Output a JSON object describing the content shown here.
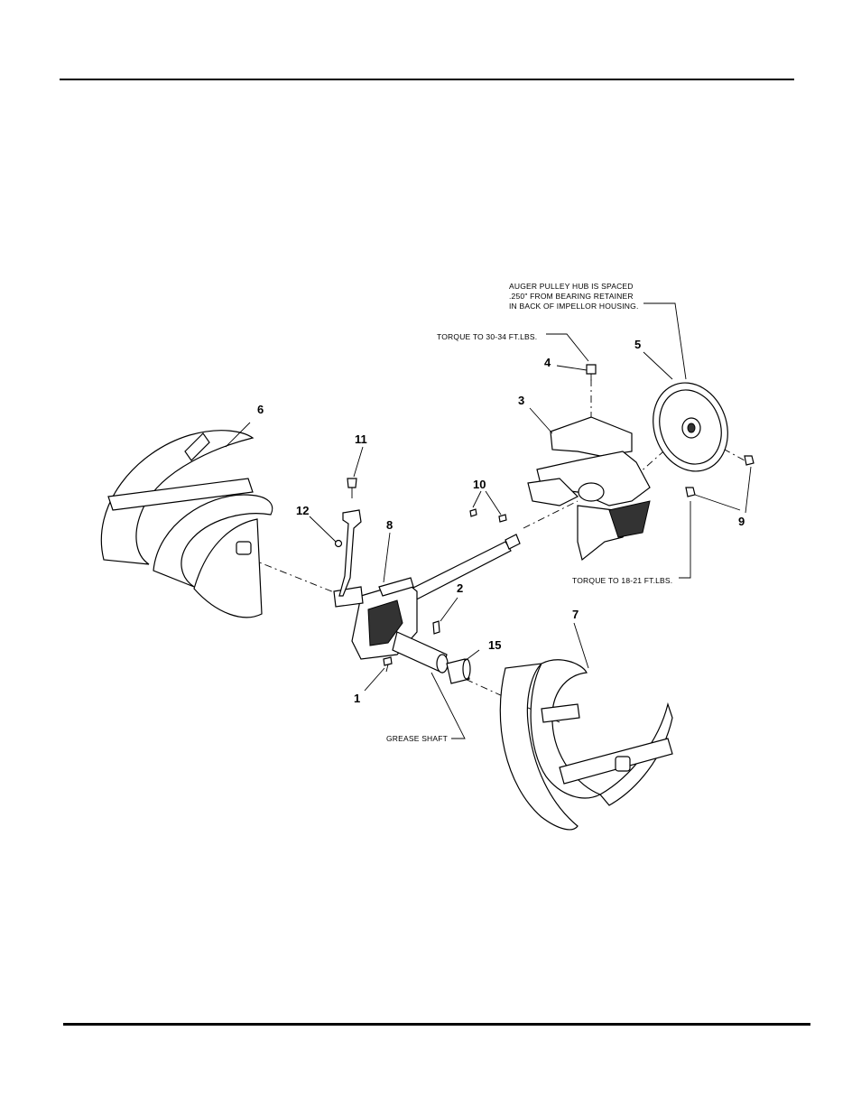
{
  "callouts": {
    "p1": "1",
    "p2": "2",
    "p3": "3",
    "p4": "4",
    "p5": "5",
    "p6": "6",
    "p7": "7",
    "p8": "8",
    "p9": "9",
    "p10": "10",
    "p11": "11",
    "p12": "12",
    "p15": "15"
  },
  "notes": {
    "pulley_line1": "AUGER PULLEY HUB IS SPACED",
    "pulley_line2": ".250\" FROM BEARING RETAINER",
    "pulley_line3": "IN BACK OF IMPELLOR HOUSING.",
    "torque_bolt": "TORQUE TO 30-34 FT.LBS.",
    "torque_nut": "TORQUE TO 18-21 FT.LBS.",
    "grease": "GREASE SHAFT"
  }
}
